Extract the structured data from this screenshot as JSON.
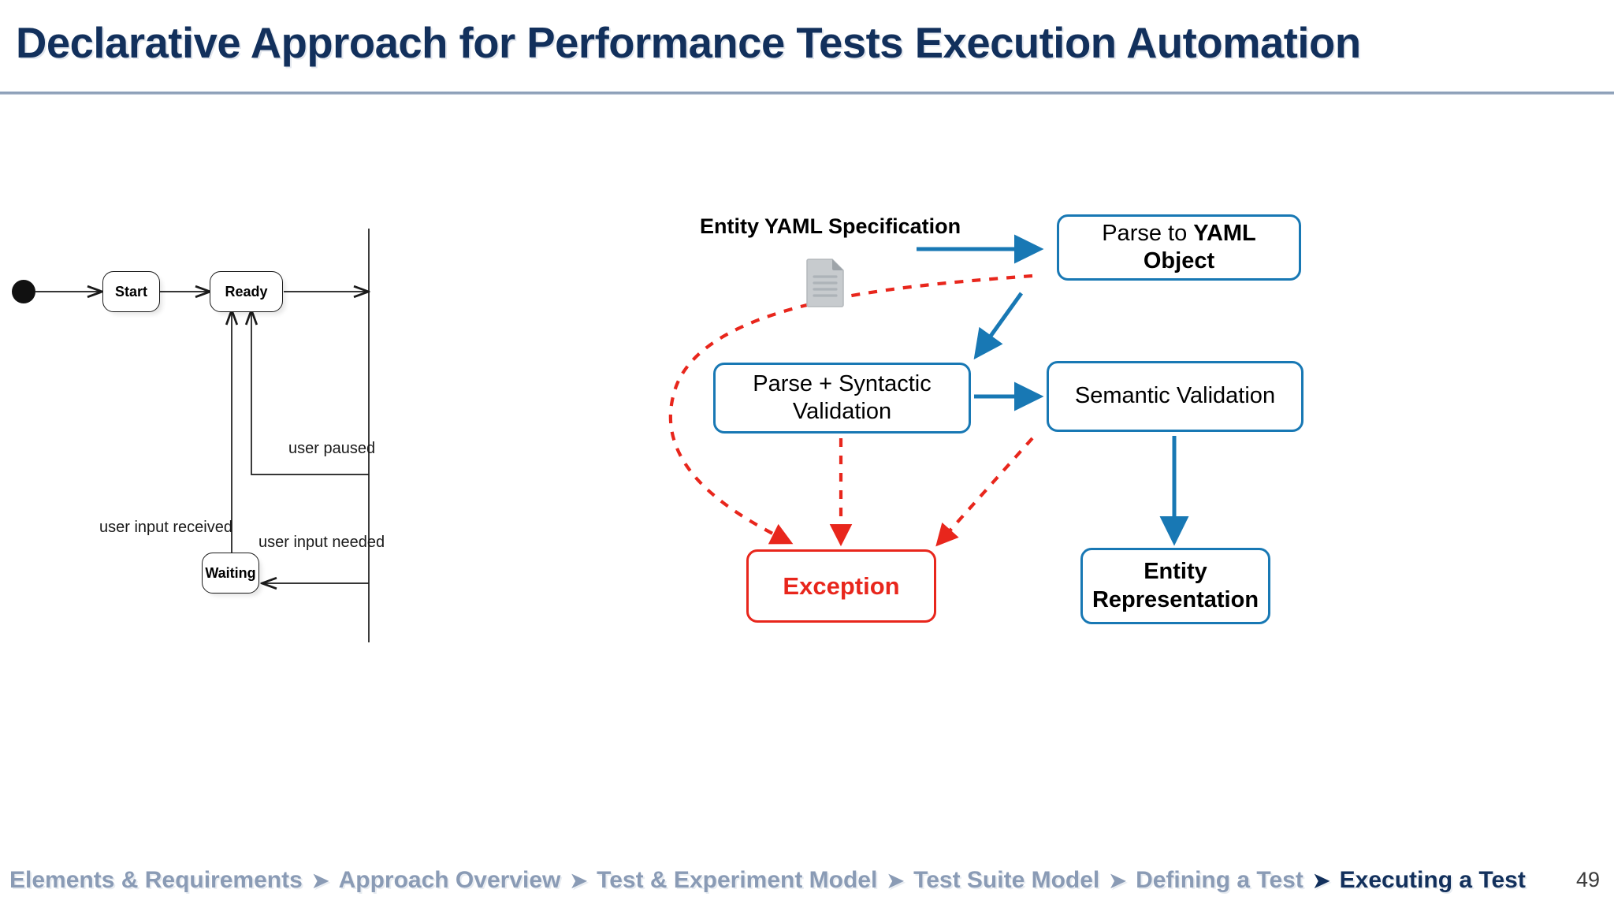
{
  "slide": {
    "title": "Declarative Approach for Performance Tests Execution Automation",
    "page_number": "49",
    "accent_blue": "#1878b4",
    "title_navy": "#12305c",
    "error_red": "#e8261c",
    "muted_crumb": "#8a9bb5"
  },
  "footer": {
    "separator": "➤",
    "crumbs": [
      {
        "label": "Elements & Requirements",
        "active": false
      },
      {
        "label": "Approach Overview",
        "active": false
      },
      {
        "label": "Test & Experiment Model",
        "active": false
      },
      {
        "label": "Test Suite Model",
        "active": false
      },
      {
        "label": "Defining a Test",
        "active": false
      },
      {
        "label": "Executing a Test",
        "active": true
      }
    ]
  },
  "state_diagram": {
    "name": "test-execution-state-machine",
    "initial_node": "filled-start-dot",
    "states": [
      {
        "id": "start",
        "label": "Start"
      },
      {
        "id": "ready",
        "label": "Ready"
      },
      {
        "id": "waiting",
        "label": "Waiting"
      }
    ],
    "transition_labels": [
      {
        "id": "user-paused",
        "label": "user paused"
      },
      {
        "id": "user-input-received",
        "label": "user input received"
      },
      {
        "id": "user-input-needed",
        "label": "user input needed"
      }
    ]
  },
  "flow_diagram": {
    "name": "yaml-entity-parsing-pipeline",
    "source_label": "Entity YAML Specification",
    "source_icon": "document-icon",
    "nodes": [
      {
        "id": "parse-yaml-object",
        "text_prefix": "Parse to ",
        "text_bold": "YAML Object",
        "style": "blue"
      },
      {
        "id": "parse-syntactic-validation",
        "line1": "Parse + Syntactic",
        "line2": "Validation",
        "style": "blue"
      },
      {
        "id": "semantic-validation",
        "label": "Semantic Validation",
        "style": "blue"
      },
      {
        "id": "exception",
        "label": "Exception",
        "style": "red"
      },
      {
        "id": "entity-representation",
        "line1": "Entity",
        "line2": "Representation",
        "style": "blue-bold"
      }
    ]
  }
}
